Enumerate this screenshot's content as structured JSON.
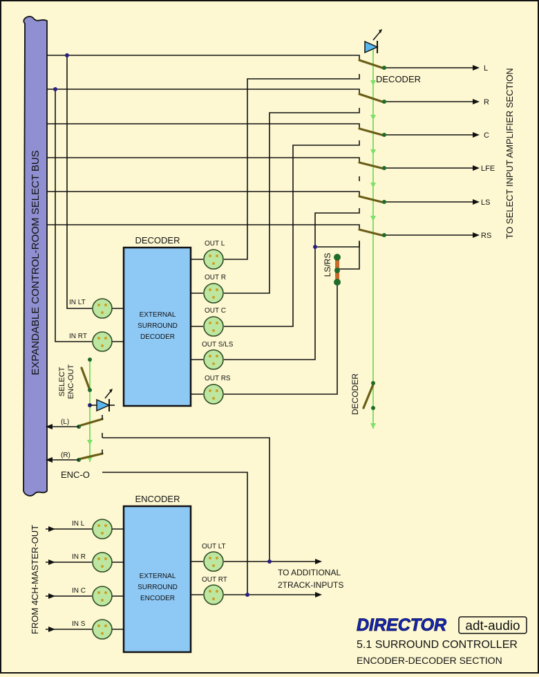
{
  "labels": {
    "bus": "EXPANDABLE CONTROL-ROOM SELECT BUS",
    "decoder_title": "DECODER",
    "decoder_box": [
      "EXTERNAL",
      "SURROUND",
      "DECODER"
    ],
    "encoder_title": "ENCODER",
    "encoder_box": [
      "EXTERNAL",
      "SURROUND",
      "ENCODER"
    ],
    "decoder_switch_label": "DECODER",
    "decoder_lower_label": "DECODER",
    "lsrs": "LS/RS",
    "select_enc_out": [
      "SELECT",
      "ENC-OUT"
    ],
    "enc_o": "ENC-O",
    "bus_left": "(L)",
    "bus_right": "(R)",
    "amp_section": "TO SELECT INPUT AMPLIFIER SECTION",
    "to_additional": [
      "TO ADDITIONAL",
      "2TRACK-INPUTS"
    ],
    "from_master": "FROM 4CH-MASTER-OUT"
  },
  "outputs": [
    "L",
    "R",
    "C",
    "LFE",
    "LS",
    "RS"
  ],
  "decoder_inputs": [
    "IN LT",
    "IN RT"
  ],
  "decoder_outputs": [
    "OUT L",
    "OUT R",
    "OUT C",
    "OUT S/LS",
    "OUT RS"
  ],
  "encoder_inputs": [
    "IN L",
    "IN R",
    "IN C",
    "IN S"
  ],
  "encoder_outputs": [
    "OUT LT",
    "OUT RT"
  ],
  "brand": {
    "name": "DIRECTOR",
    "company": "adt-audio",
    "title": "5.1 SURROUND CONTROLLER",
    "subtitle": "ENCODER-DECODER SECTION"
  },
  "colors": {
    "background": "#fdf8d2",
    "bus": "#8f8fd1",
    "box": "#8ec9f6",
    "connector": "#bde6a0",
    "led": "#5ab8f0",
    "control_line": "#7de06a",
    "switch": "#6b5d16",
    "junction": "#2a1f80",
    "brand_blue": "#1428b8"
  }
}
